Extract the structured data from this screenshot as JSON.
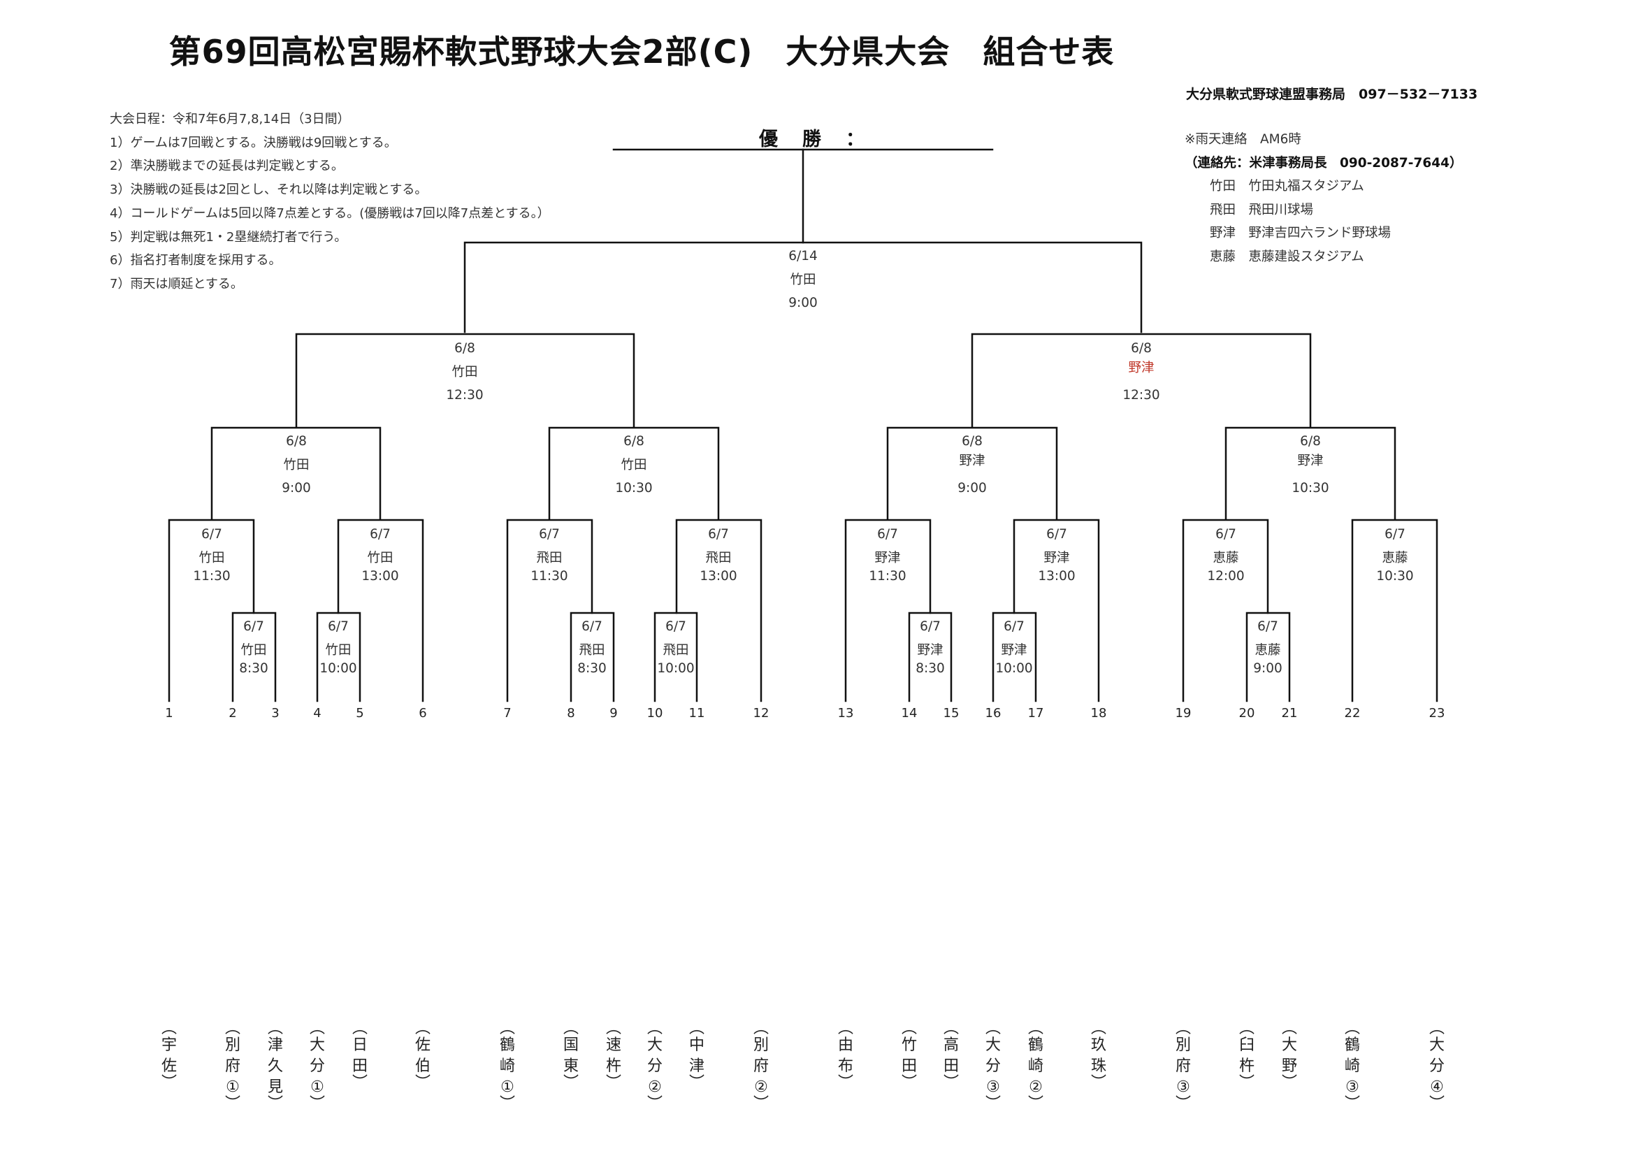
{
  "title": "第69回高松宮賜杯軟式野球大会2部(C)　大分県大会　組合せ表",
  "office": "大分県軟式野球連盟事務局　097－532－7133",
  "winner_label": "優　勝　：",
  "rules": [
    "大会日程：令和7年6月7,8,14日（3日間）",
    "1）ゲームは7回戦とする。決勝戦は9回戦とする。",
    "2）準決勝戦までの延長は判定戦とする。",
    "3）決勝戦の延長は2回とし、それ以降は判定戦とする。",
    "4）コールドゲームは5回以降7点差とする。(優勝戦は7回以降7点差とする。）",
    "5）判定戦は無死1・2塁継続打者で行う。",
    "6）指名打者制度を採用する。",
    "7）雨天は順延とする。"
  ],
  "rain_contact": {
    "time": "※雨天連絡　AM6時",
    "contact": "（連絡先：米津事務局長　090-2087-7644）",
    "venues": [
      "竹田　竹田丸福スタジアム",
      "飛田　飛田川球場",
      "野津　野津吉四六ランド野球場",
      "恵藤　恵藤建設スタジアム"
    ]
  },
  "games": {
    "final": {
      "date": "6/14",
      "venue": "竹田",
      "time": "9:00"
    },
    "sf_left": {
      "date": "6/8",
      "venue": "竹田",
      "time": "12:30"
    },
    "sf_right": {
      "date": "6/8",
      "venue": "野津",
      "time": "12:30",
      "venue_color": "#c0392b"
    },
    "qf1": {
      "date": "6/8",
      "venue": "竹田",
      "time": "9:00"
    },
    "qf2": {
      "date": "6/8",
      "venue": "竹田",
      "time": "10:30"
    },
    "qf3": {
      "date": "6/8",
      "venue": "野津",
      "time": "9:00"
    },
    "qf4": {
      "date": "6/8",
      "venue": "野津",
      "time": "10:30"
    },
    "r2_1": {
      "date": "6/7",
      "venue": "竹田",
      "time": "11:30"
    },
    "r2_2": {
      "date": "6/7",
      "venue": "竹田",
      "time": "13:00"
    },
    "r2_3": {
      "date": "6/7",
      "venue": "飛田",
      "time": "11:30"
    },
    "r2_4": {
      "date": "6/7",
      "venue": "飛田",
      "time": "13:00"
    },
    "r2_5": {
      "date": "6/7",
      "venue": "野津",
      "time": "11:30"
    },
    "r2_6": {
      "date": "6/7",
      "venue": "野津",
      "time": "13:00"
    },
    "r2_7": {
      "date": "6/7",
      "venue": "恵藤",
      "time": "12:00"
    },
    "r2_8": {
      "date": "6/7",
      "venue": "恵藤",
      "time": "10:30"
    },
    "r1_1": {
      "date": "6/7",
      "venue": "竹田",
      "time": "8:30"
    },
    "r1_2": {
      "date": "6/7",
      "venue": "竹田",
      "time": "10:00"
    },
    "r1_3": {
      "date": "6/7",
      "venue": "飛田",
      "time": "8:30"
    },
    "r1_4": {
      "date": "6/7",
      "venue": "飛田",
      "time": "10:00"
    },
    "r1_5": {
      "date": "6/7",
      "venue": "野津",
      "time": "8:30"
    },
    "r1_6": {
      "date": "6/7",
      "venue": "野津",
      "time": "10:00"
    },
    "r1_7": {
      "date": "6/7",
      "venue": "恵藤",
      "time": "9:00"
    }
  },
  "slots": [
    {
      "num": "1",
      "team": "宇佐"
    },
    {
      "num": "2",
      "team": "別府①"
    },
    {
      "num": "3",
      "team": "津久見"
    },
    {
      "num": "4",
      "team": "大分①"
    },
    {
      "num": "5",
      "team": "日田"
    },
    {
      "num": "6",
      "team": "佐伯"
    },
    {
      "num": "7",
      "team": "鶴崎①"
    },
    {
      "num": "8",
      "team": "国東"
    },
    {
      "num": "9",
      "team": "速杵"
    },
    {
      "num": "10",
      "team": "大分②"
    },
    {
      "num": "11",
      "team": "中津"
    },
    {
      "num": "12",
      "team": "別府②"
    },
    {
      "num": "13",
      "team": "由布"
    },
    {
      "num": "14",
      "team": "竹田"
    },
    {
      "num": "15",
      "team": "高田"
    },
    {
      "num": "16",
      "team": "大分③"
    },
    {
      "num": "17",
      "team": "鶴崎②"
    },
    {
      "num": "18",
      "team": "玖珠"
    },
    {
      "num": "19",
      "team": "別府③"
    },
    {
      "num": "20",
      "team": "臼杵"
    },
    {
      "num": "21",
      "team": "大野"
    },
    {
      "num": "22",
      "team": "鶴崎③"
    },
    {
      "num": "23",
      "team": "大分④"
    }
  ]
}
